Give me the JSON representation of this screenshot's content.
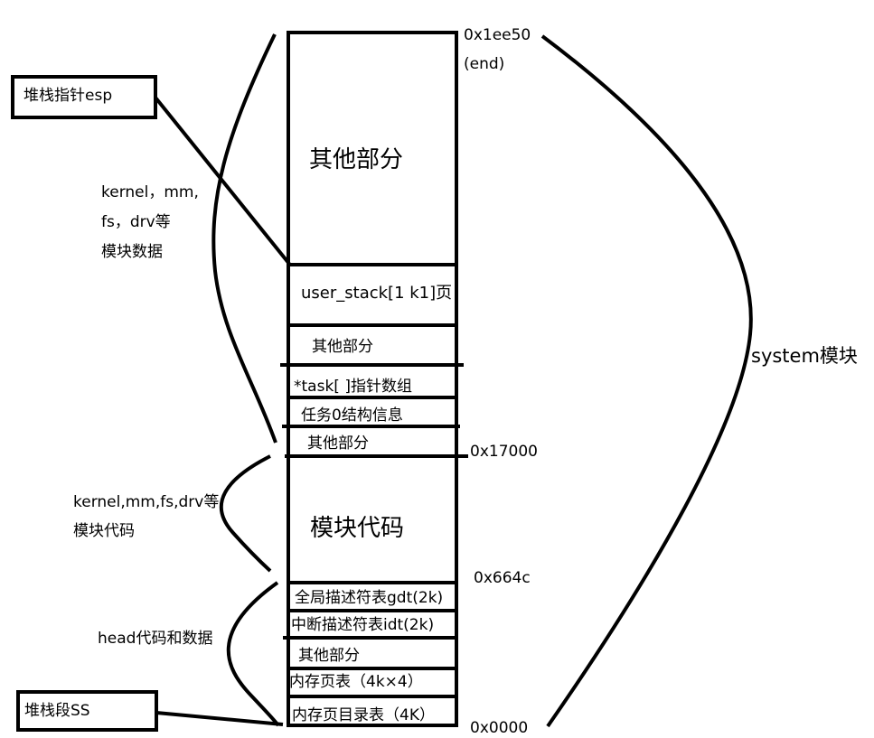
{
  "colors": {
    "ink": "#000000",
    "background": "#ffffff"
  },
  "memory": {
    "sections": {
      "other_top": "其他部分",
      "user_stack": "user_stack[1 k1]页",
      "other_2": "其他部分",
      "task_array": "*task[ ]指针数组",
      "task0": "任务0结构信息",
      "other_3": "其他部分",
      "module_code": "模块代码",
      "gdt": "全局描述符表gdt(2k)",
      "idt": "中断描述符表idt(2k)",
      "other_4": "其他部分",
      "page_tables": "内存页表（4k×4）",
      "page_dir": "内存页目录表（4K）"
    },
    "addresses": {
      "end_addr": "0x1ee50",
      "end_label": "(end)",
      "addr_17000": "0x17000",
      "addr_664c": "0x664c",
      "addr_0000": "0x0000"
    }
  },
  "labels": {
    "esp": "堆栈指针esp",
    "ss": "堆栈段SS",
    "module_data_1": "kernel，mm,",
    "module_data_2": "fs，drv等",
    "module_data_3": "模块数据",
    "module_code_1": "kernel,mm,fs,drv等",
    "module_code_2": "模块代码",
    "head": "head代码和数据",
    "system": "system模块"
  }
}
